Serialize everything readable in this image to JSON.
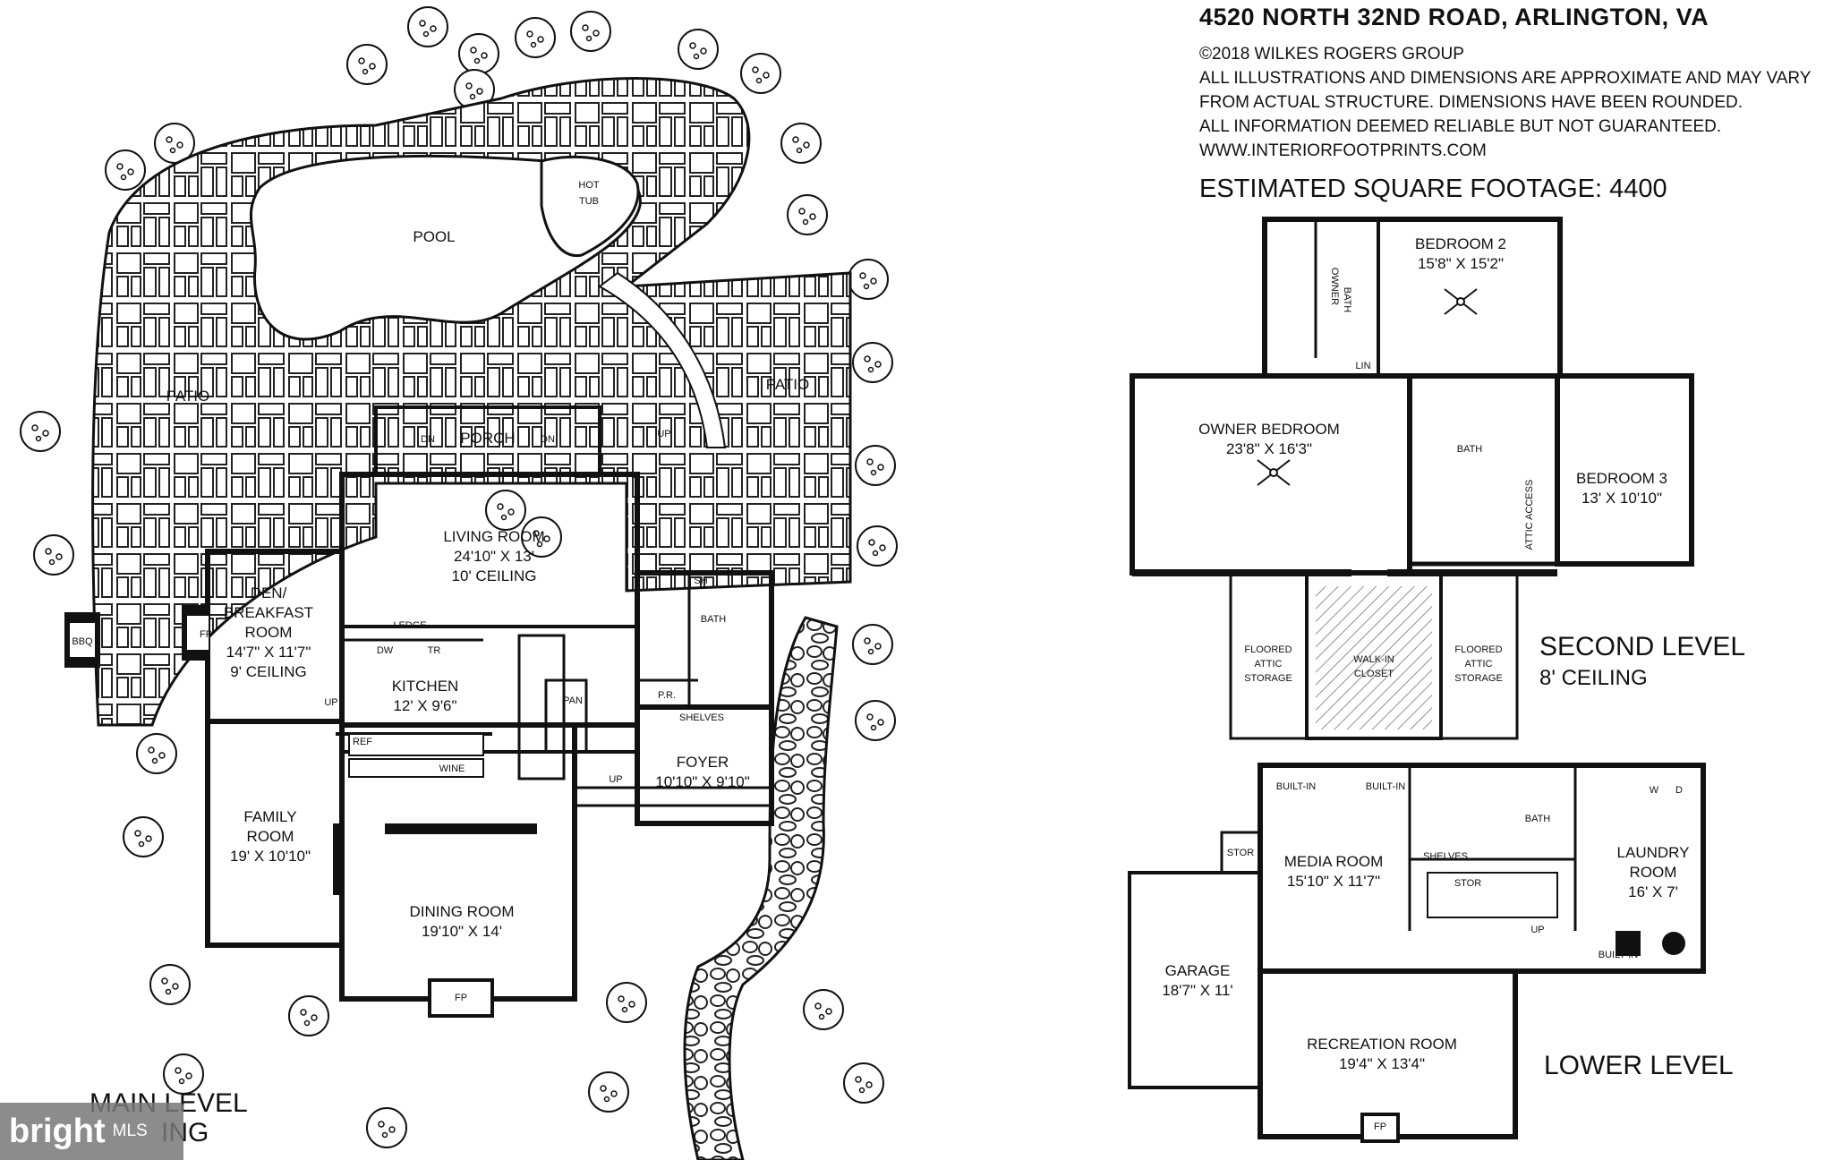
{
  "header": {
    "address": "4520 NORTH 32ND ROAD, ARLINGTON, VA",
    "copyright": "©2018 WILKES ROGERS GROUP",
    "disclaimer_1": "ALL ILLUSTRATIONS AND DIMENSIONS ARE APPROXIMATE AND MAY VARY",
    "disclaimer_2": "FROM ACTUAL STRUCTURE. DIMENSIONS HAVE BEEN ROUNDED.",
    "disclaimer_3": "ALL INFORMATION DEEMED RELIABLE BUT NOT GUARANTEED.",
    "website": "WWW.INTERIORFOOTPRINTS.COM",
    "square_footage": "ESTIMATED SQUARE FOOTAGE: 4400"
  },
  "main_level": {
    "title": "MAIN LEVEL",
    "subtitle": "ING",
    "outdoor": {
      "pool": "POOL",
      "hot_tub_1": "HOT",
      "hot_tub_2": "TUB",
      "patio_left": "PATIO",
      "patio_right": "PATIO",
      "porch": "PORCH",
      "bbq": "BBQ"
    },
    "rooms": {
      "living_1": "LIVING ROOM",
      "living_2": "24'10\" X 13'",
      "living_3": "10' CEILING",
      "den_1": "DEN/",
      "den_2": "BREAKFAST",
      "den_3": "ROOM",
      "den_4": "14'7\" X 11'7\"",
      "den_5": "9' CEILING",
      "kitchen_1": "KITCHEN",
      "kitchen_2": "12' X 9'6\"",
      "family_1": "FAMILY",
      "family_2": "ROOM",
      "family_3": "19' X 10'10\"",
      "dining_1": "DINING ROOM",
      "dining_2": "19'10\" X 14'",
      "foyer_1": "FOYER",
      "foyer_2": "10'10\" X 9'10\"",
      "bath": "BATH",
      "pr": "P.R.",
      "pan": "PAN",
      "shelves": "SHELVES",
      "ledge": "LEDGE",
      "ref": "REF",
      "wine": "WINE",
      "dw": "DW",
      "tr": "TR",
      "fp": "FP",
      "sh": "SH",
      "dn": "DN",
      "up": "UP"
    }
  },
  "second_level": {
    "title": "SECOND LEVEL",
    "ceiling": "8' CEILING",
    "rooms": {
      "bed2_1": "BEDROOM 2",
      "bed2_2": "15'8\" X 15'2\"",
      "owner_bath_1": "OWNER",
      "owner_bath_2": "BATH",
      "lin": "LIN",
      "owner_bed_1": "OWNER BEDROOM",
      "owner_bed_2": "23'8\" X 16'3\"",
      "bath": "BATH",
      "bed3_1": "BEDROOM 3",
      "bed3_2": "13' X 10'10\"",
      "attic_access": "ATTIC ACCESS",
      "floored_1": "FLOORED",
      "floored_2": "ATTIC",
      "floored_3": "STORAGE",
      "walkin_1": "WALK-IN",
      "walkin_2": "CLOSET"
    }
  },
  "lower_level": {
    "title": "LOWER LEVEL",
    "rooms": {
      "media_1": "MEDIA ROOM",
      "media_2": "15'10\" X 11'7\"",
      "bath": "BATH",
      "laundry_1": "LAUNDRY",
      "laundry_2": "ROOM",
      "laundry_3": "16' X 7'",
      "stor": "STOR",
      "garage_1": "GARAGE",
      "garage_2": "18'7\" X 11'",
      "rec_1": "RECREATION ROOM",
      "rec_2": "19'4\" X 13'4\"",
      "built_in": "BUILT-IN",
      "shelves": "SHELVES",
      "fp": "FP",
      "up": "UP",
      "w": "W",
      "d": "D"
    }
  },
  "watermark": {
    "brand": "bright",
    "suffix": "MLS"
  }
}
